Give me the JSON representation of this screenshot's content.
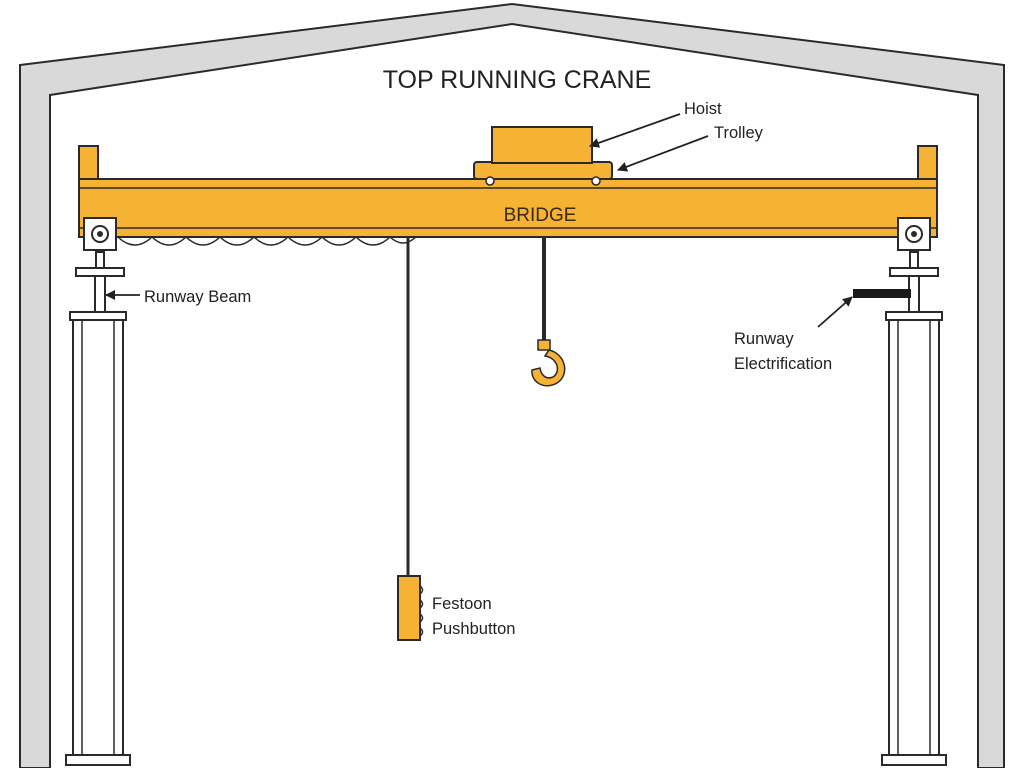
{
  "diagram": {
    "title": "TOP RUNNING CRANE",
    "labels": {
      "hoist": "Hoist",
      "trolley": "Trolley",
      "bridge": "BRIDGE",
      "runway_beam": "Runway Beam",
      "runway_electrification_line1": "Runway",
      "runway_electrification_line2": "Electrification",
      "festoon": "Festoon",
      "pushbutton": "Pushbutton"
    },
    "colors": {
      "crane": "#F5B234",
      "building": "#D9D9D9",
      "outline": "#2A2A2A"
    }
  }
}
